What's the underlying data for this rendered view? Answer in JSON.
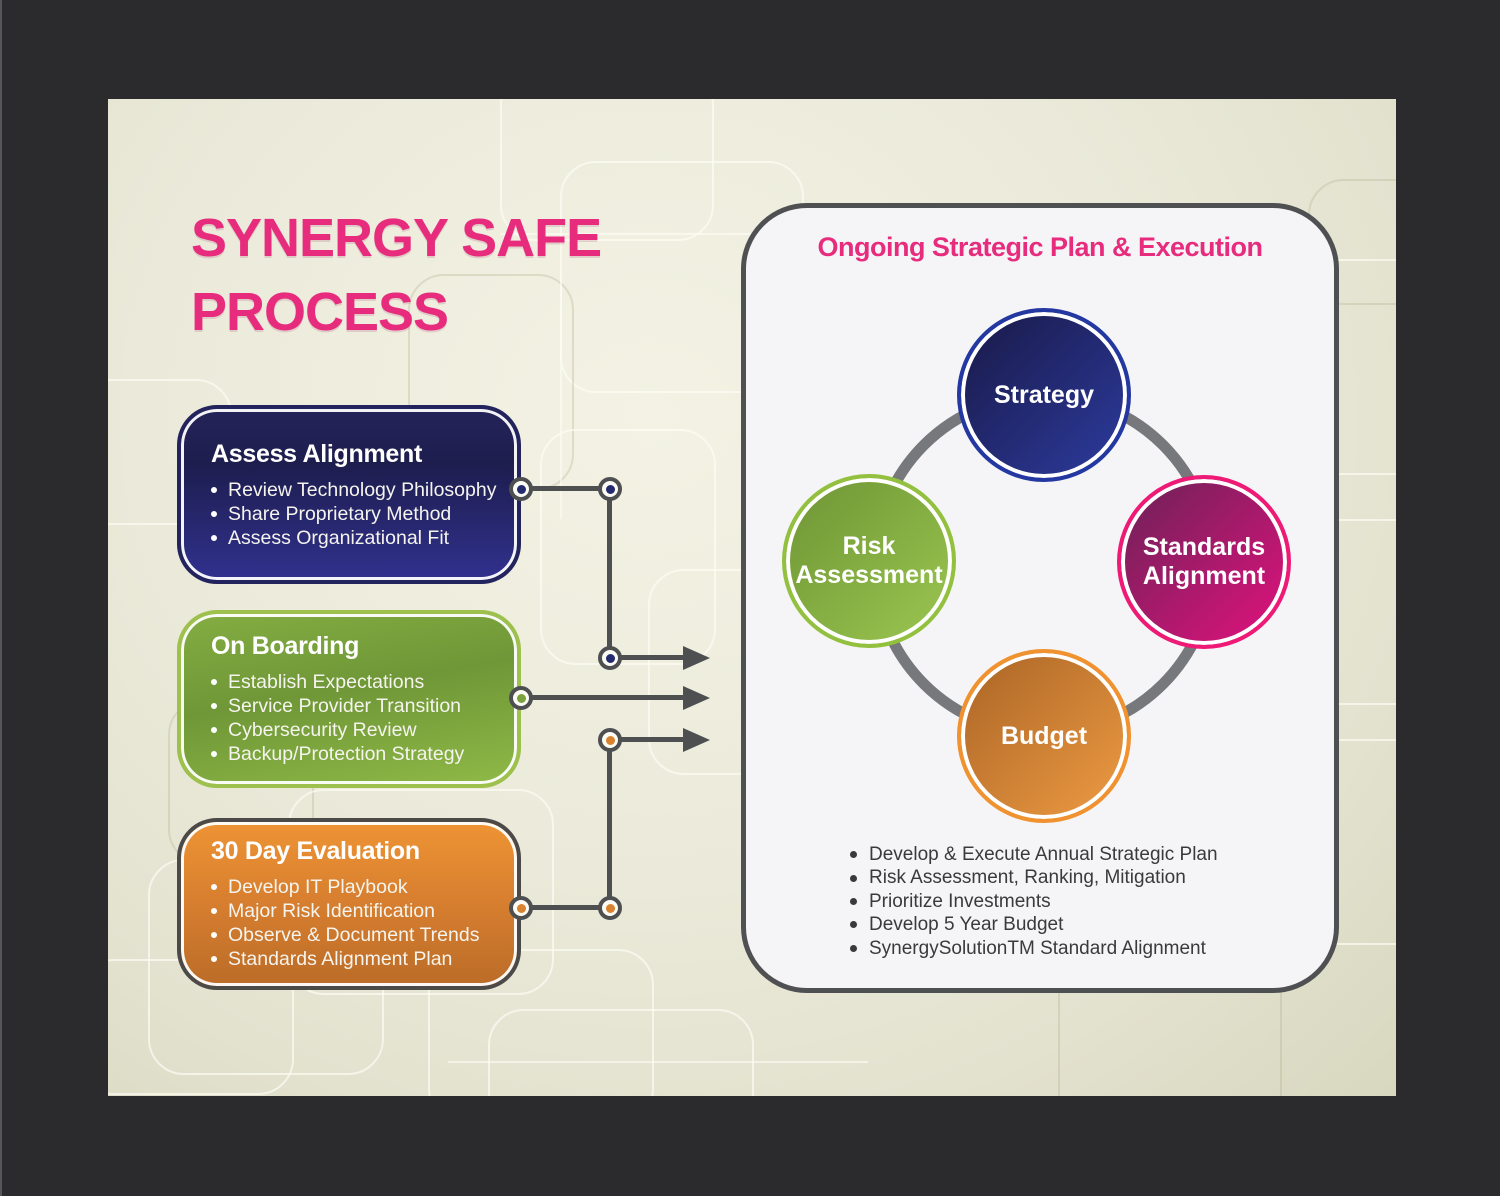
{
  "poster": {
    "title_line1": "SYNERGY SAFE",
    "title_line2": "PROCESS"
  },
  "boxes": [
    {
      "title": "Assess Alignment",
      "bullets": [
        "Review Technology Philosophy",
        "Share Proprietary Method",
        "Assess Organizational Fit"
      ]
    },
    {
      "title": "On Boarding",
      "bullets": [
        "Establish Expectations",
        "Service Provider Transition",
        "Cybersecurity Review",
        "Backup/Protection Strategy"
      ]
    },
    {
      "title": "30 Day Evaluation",
      "bullets": [
        "Develop IT Playbook",
        "Major Risk Identification",
        "Observe & Document Trends",
        "Standards Alignment Plan"
      ]
    }
  ],
  "panel": {
    "title": "Ongoing Strategic Plan & Execution",
    "circles": [
      {
        "label": "Strategy"
      },
      {
        "label": "Risk Assessment"
      },
      {
        "label": "Standards Alignment"
      },
      {
        "label": "Budget"
      }
    ],
    "bullets": [
      "Develop & Execute Annual Strategic Plan",
      "Risk Assessment, Ranking, Mitigation",
      "Prioritize Investments",
      "Develop 5 Year Budget",
      "SynergySolutionTM Standard Alignment"
    ]
  },
  "colors": {
    "pink": "#e72b7d",
    "navy": "#23235a",
    "green": "#76a03a",
    "orange": "#e08a31",
    "magenta": "#d5147c",
    "connector_gray": "#4e4f51",
    "canvas": "#ebeada",
    "frame": "#2b2b2d",
    "panel_bg": "#f5f5f7"
  }
}
